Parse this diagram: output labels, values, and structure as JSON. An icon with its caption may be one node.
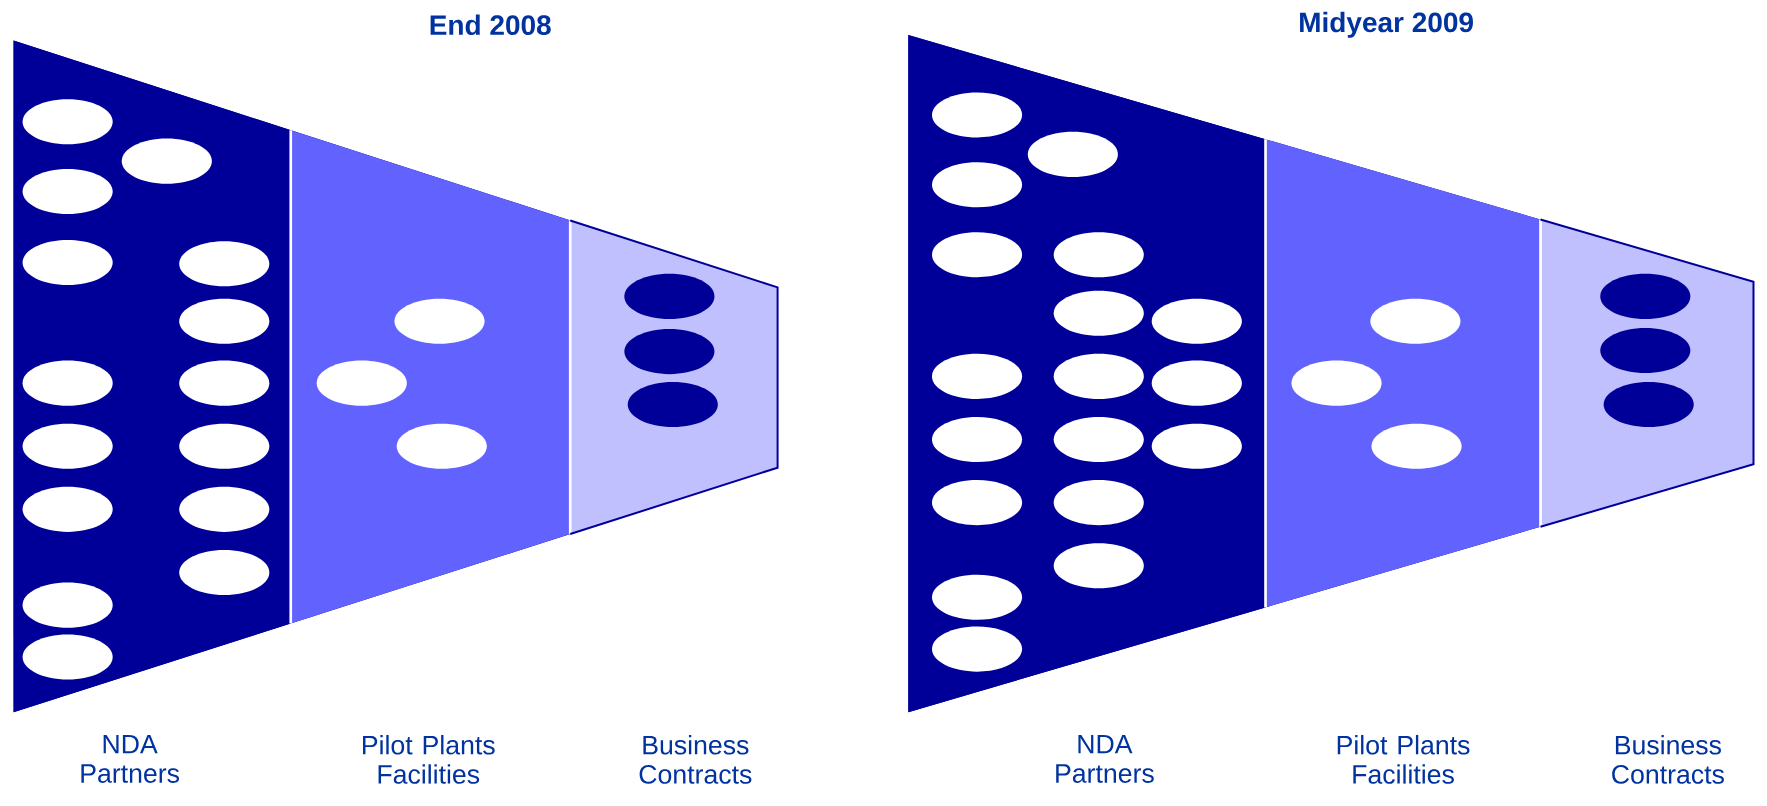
{
  "diagram": {
    "nodes": [
      {
        "text": [
          "End 2008"
        ]
      },
      {
        "text": [],
        "shape": "band",
        "in": 0
      },
      {
        "text": [],
        "shape": "band",
        "in": 0
      },
      {
        "text": [],
        "shape": "band",
        "in": 0
      },
      {
        "text": [],
        "shape": "ellipse",
        "in": 1
      },
      {
        "text": [],
        "shape": "ellipse",
        "in": 1
      },
      {
        "text": [],
        "shape": "ellipse",
        "in": 1
      },
      {
        "text": [],
        "shape": "ellipse",
        "in": 1
      },
      {
        "text": [],
        "shape": "ellipse",
        "in": 1
      },
      {
        "text": [],
        "shape": "ellipse",
        "in": 1
      },
      {
        "text": [],
        "shape": "ellipse",
        "in": 1
      },
      {
        "text": [],
        "shape": "ellipse",
        "in": 1
      },
      {
        "text": [],
        "shape": "ellipse",
        "in": 1
      },
      {
        "text": [],
        "shape": "ellipse",
        "in": 1
      },
      {
        "text": [],
        "shape": "ellipse",
        "in": 1
      },
      {
        "text": [],
        "shape": "ellipse",
        "in": 1
      },
      {
        "text": [],
        "shape": "ellipse",
        "in": 1
      },
      {
        "text": [],
        "shape": "ellipse",
        "in": 1
      },
      {
        "text": [],
        "shape": "ellipse",
        "in": 1
      },
      {
        "text": [],
        "shape": "ellipse",
        "in": 2
      },
      {
        "text": [],
        "shape": "ellipse",
        "in": 2
      },
      {
        "text": [],
        "shape": "ellipse",
        "in": 2
      },
      {
        "text": [],
        "shape": "ellipse",
        "in": 3
      },
      {
        "text": [],
        "shape": "ellipse",
        "in": 3
      },
      {
        "text": [],
        "shape": "ellipse",
        "in": 3
      },
      {
        "text": [
          "Midyear 2009"
        ]
      },
      {
        "text": [],
        "shape": "band",
        "in": 25
      },
      {
        "text": [],
        "shape": "band",
        "in": 25
      },
      {
        "text": [],
        "shape": "band",
        "in": 25
      },
      {
        "text": [],
        "shape": "ellipse",
        "in": 26
      },
      {
        "text": [],
        "shape": "ellipse",
        "in": 26
      },
      {
        "text": [],
        "shape": "ellipse",
        "in": 26
      },
      {
        "text": [],
        "shape": "ellipse",
        "in": 26
      },
      {
        "text": [],
        "shape": "ellipse",
        "in": 26
      },
      {
        "text": [],
        "shape": "ellipse",
        "in": 26
      },
      {
        "text": [],
        "shape": "ellipse",
        "in": 26
      },
      {
        "text": [],
        "shape": "ellipse",
        "in": 26
      },
      {
        "text": [],
        "shape": "ellipse",
        "in": 26
      },
      {
        "text": [],
        "shape": "ellipse",
        "in": 26
      },
      {
        "text": [],
        "shape": "ellipse",
        "in": 26
      },
      {
        "text": [],
        "shape": "ellipse",
        "in": 26
      },
      {
        "text": [],
        "shape": "ellipse",
        "in": 26
      },
      {
        "text": [],
        "shape": "ellipse",
        "in": 26
      },
      {
        "text": [],
        "shape": "ellipse",
        "in": 26
      },
      {
        "text": [],
        "shape": "ellipse",
        "in": 26
      },
      {
        "text": [],
        "shape": "ellipse",
        "in": 26
      },
      {
        "text": [],
        "shape": "ellipse",
        "in": 26
      },
      {
        "text": [],
        "shape": "ellipse",
        "in": 27
      },
      {
        "text": [],
        "shape": "ellipse",
        "in": 27
      },
      {
        "text": [],
        "shape": "ellipse",
        "in": 27
      },
      {
        "text": [],
        "shape": "ellipse",
        "in": 28
      },
      {
        "text": [],
        "shape": "ellipse",
        "in": 28
      },
      {
        "text": [],
        "shape": "ellipse",
        "in": 28
      }
    ],
    "labels": [
      "NDA Partners",
      "Pilot Plants Facilities",
      "Business Contracts",
      "NDA Partners",
      "Pilot Plants Facilities",
      "Business Contracts"
    ]
  }
}
